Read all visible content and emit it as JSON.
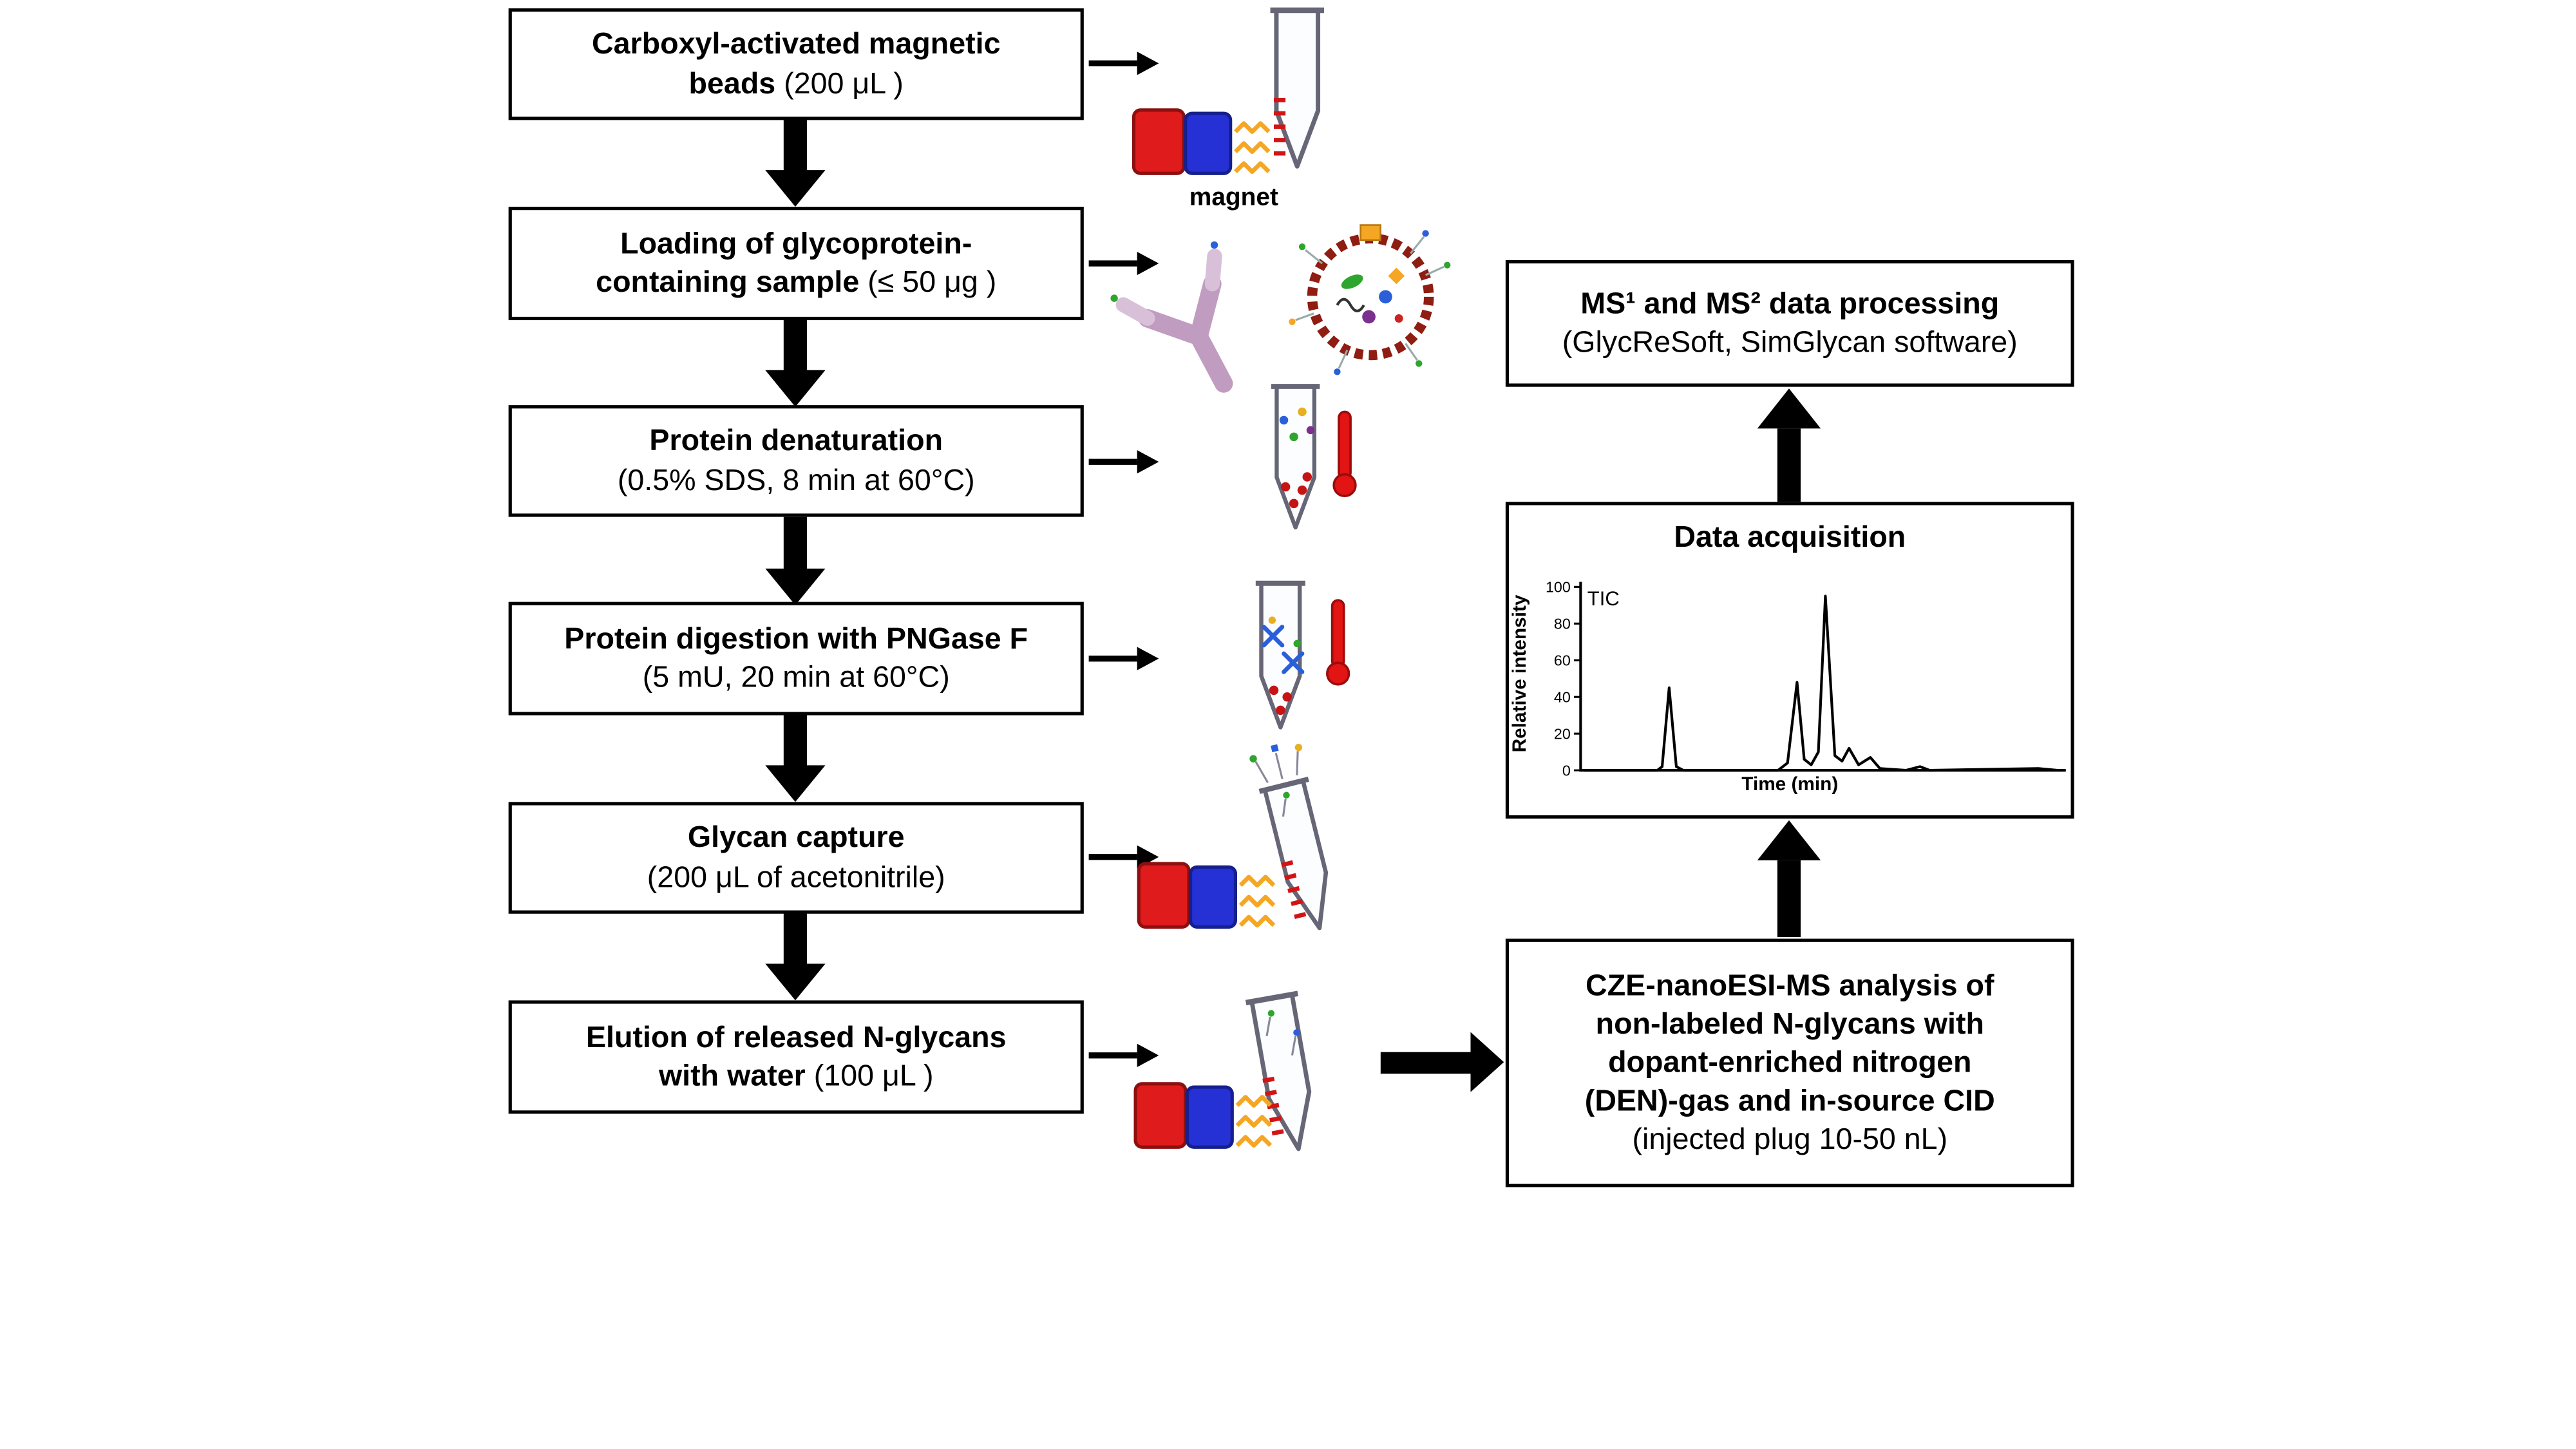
{
  "figure": {
    "background": "#ffffff"
  },
  "labels": {
    "magnet": "magnet"
  },
  "steps": [
    {
      "lines": [
        [
          {
            "t": "Carboxyl-activated magnetic",
            "b": 1
          }
        ],
        [
          {
            "t": "beads ",
            "b": 1
          },
          {
            "t": "(200 μL )",
            "b": 0
          }
        ]
      ]
    },
    {
      "lines": [
        [
          {
            "t": "Loading of glycoprotein-",
            "b": 1
          }
        ],
        [
          {
            "t": "containing sample ",
            "b": 1
          },
          {
            "t": "(≤ 50 μg )",
            "b": 0
          }
        ]
      ]
    },
    {
      "lines": [
        [
          {
            "t": "Protein denaturation",
            "b": 1
          }
        ],
        [
          {
            "t": "(0.5% SDS, 8 min at 60°C)",
            "b": 0
          }
        ]
      ]
    },
    {
      "lines": [
        [
          {
            "t": "Protein digestion with PNGase F",
            "b": 1
          }
        ],
        [
          {
            "t": "(5 mU, 20 min at 60°C)",
            "b": 0
          }
        ]
      ]
    },
    {
      "lines": [
        [
          {
            "t": "Glycan capture",
            "b": 1
          }
        ],
        [
          {
            "t": "(200 μL of acetonitrile)",
            "b": 0
          }
        ]
      ]
    },
    {
      "lines": [
        [
          {
            "t": "Elution of released N-glycans",
            "b": 1
          }
        ],
        [
          {
            "t": "with water ",
            "b": 1
          },
          {
            "t": "(100 μL )",
            "b": 0
          }
        ]
      ]
    }
  ],
  "ms_box": {
    "lines": [
      [
        {
          "t": "MS¹ and MS² data processing",
          "b": 1
        }
      ],
      [
        {
          "t": "(GlycReSoft, SimGlycan software)",
          "b": 0
        }
      ]
    ]
  },
  "da_box": {
    "title": "Data acquisition"
  },
  "cze_box": {
    "lines": [
      [
        {
          "t": "CZE-nanoESI-MS analysis of",
          "b": 1
        }
      ],
      [
        {
          "t": "non-labeled N-glycans with",
          "b": 1
        }
      ],
      [
        {
          "t": "dopant-enriched nitrogen",
          "b": 1
        }
      ],
      [
        {
          "t": "(DEN)-gas and in-source CID",
          "b": 1
        }
      ],
      [
        {
          "t": "(injected plug 10-50 nL)",
          "b": 0
        }
      ]
    ]
  },
  "chart_data": {
    "type": "line",
    "title": "Data acquisition",
    "series_label": "TIC",
    "xlabel": "Time (min)",
    "ylabel": "Relative intensity",
    "xlim": [
      0,
      10
    ],
    "ylim": [
      0,
      100
    ],
    "yticks": [
      0,
      20,
      40,
      60,
      80,
      100
    ],
    "grid": false,
    "legend": false,
    "points": [
      [
        0,
        0
      ],
      [
        1.55,
        0
      ],
      [
        1.65,
        2
      ],
      [
        1.8,
        45
      ],
      [
        1.95,
        2
      ],
      [
        2.1,
        0
      ],
      [
        4.1,
        0
      ],
      [
        4.3,
        4
      ],
      [
        4.5,
        48
      ],
      [
        4.65,
        6
      ],
      [
        4.8,
        3
      ],
      [
        4.95,
        10
      ],
      [
        5.1,
        95
      ],
      [
        5.3,
        8
      ],
      [
        5.45,
        5
      ],
      [
        5.6,
        12
      ],
      [
        5.8,
        3
      ],
      [
        6.05,
        7
      ],
      [
        6.25,
        1
      ],
      [
        6.8,
        0
      ],
      [
        7.1,
        2
      ],
      [
        7.3,
        0
      ],
      [
        9.6,
        1
      ],
      [
        10,
        0
      ]
    ]
  },
  "icons": {
    "magnet_red": "red-magnet-block",
    "magnet_blue": "blue-magnet-block",
    "linker": "orange-zigzag-linker",
    "tube": "microcentrifuge-tube",
    "thermometer": "red-thermometer",
    "antibody": "glycoprotein-antibody",
    "bead": "dashed-ring-magnetic-bead",
    "arrow_right": "thin-right-arrow",
    "arrow_down": "thick-down-arrow",
    "arrow_up": "thick-up-arrow"
  },
  "colors": {
    "box_border": "#000000",
    "arrow": "#000000",
    "magnet_red": "#e01b1b",
    "magnet_blue": "#2531d4",
    "linker_orange": "#f5a623",
    "bead_ring": "#8f1d12",
    "thermometer_red": "#e21414",
    "antibody_mauve": "#c09cc0"
  }
}
